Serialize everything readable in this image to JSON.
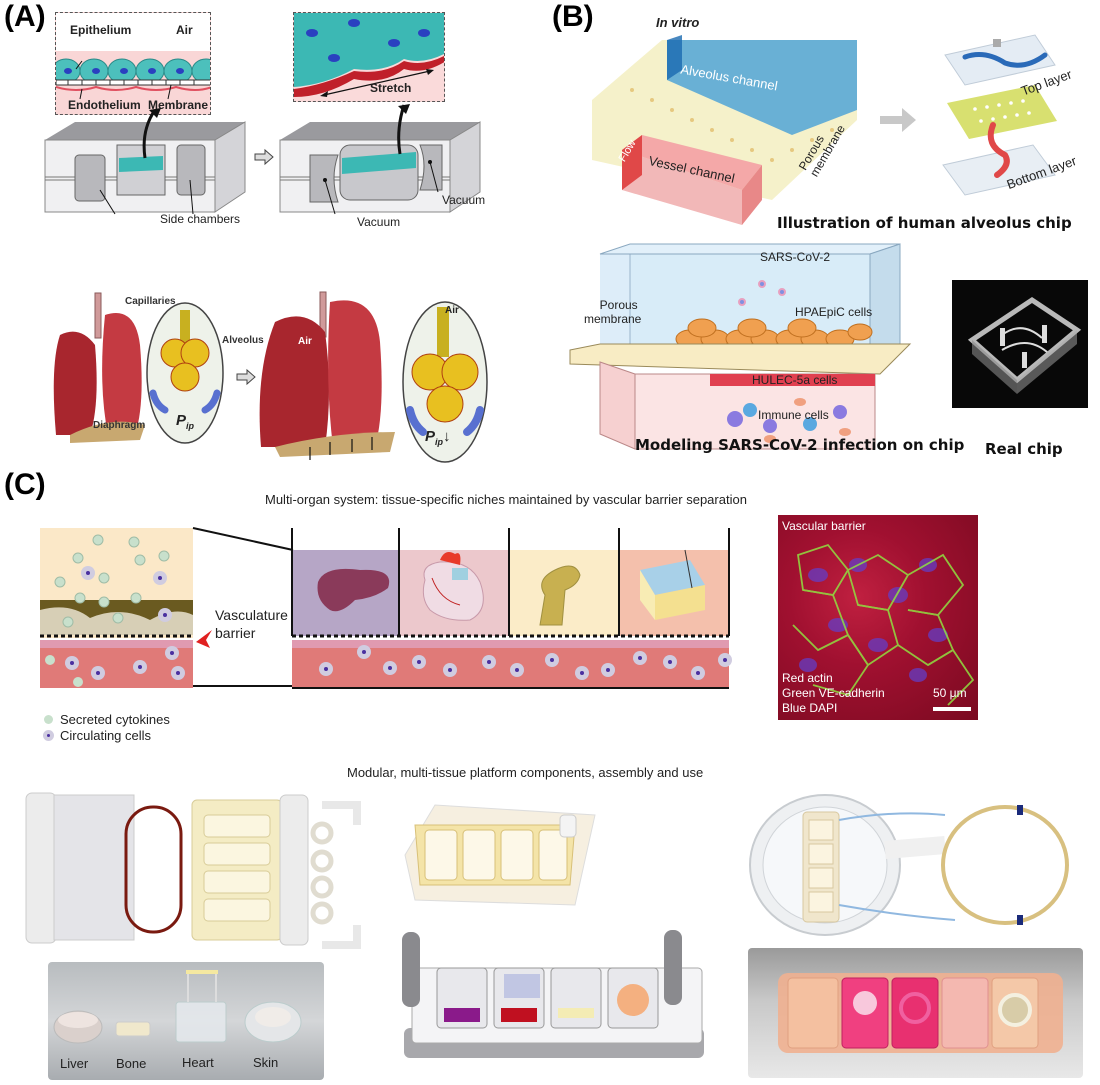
{
  "panels": {
    "a": {
      "label": "(A)",
      "top_left_inset": {
        "epithelium": "Epithelium",
        "air": "Air",
        "endothelium": "Endothelium",
        "membrane": "Membrane"
      },
      "top_right_inset": {
        "stretch": "Stretch"
      },
      "device_left": {
        "side_chambers": "Side chambers"
      },
      "device_right": {
        "vacuum_left": "Vacuum",
        "vacuum_right": "Vacuum"
      },
      "lung_left": {
        "capillaries": "Capillaries",
        "alveolus": "Alveolus",
        "diaphragm": "Diaphragm",
        "pip": "P",
        "pip_sub": "ip"
      },
      "lung_right": {
        "air_center": "Air",
        "air_inset": "Air",
        "pip": "P",
        "pip_sub": "ip",
        "pip_arrow": "↓"
      }
    },
    "b": {
      "label": "(B)",
      "in_vitro": "In vitro",
      "alveolus_channel": "Alveolus channel",
      "vessel_channel": "Vessel channel",
      "flow": "Flow",
      "porous_membrane": "Porous membrane",
      "top_layer": "Top layer",
      "bottom_layer": "Bottom layer",
      "illustration_caption": "Illustration of human alveolus chip",
      "infection_model": {
        "sars": "SARS-CoV-2",
        "hpaepic": "HPAEpiC cells",
        "porous_line1": "Porous",
        "porous_line2": "membrane",
        "hulec": "HULEC-5a cells",
        "immune": "Immune cells"
      },
      "infection_caption": "Modeling SARS-CoV-2 infection on chip",
      "real_chip_caption": "Real chip"
    },
    "c": {
      "label": "(C)",
      "multi_organ_title": "Multi-organ system: tissue-specific niches maintained by vascular barrier separation",
      "vasculature_line1": "Vasculature",
      "vasculature_line2": "barrier",
      "legend": {
        "cytokines": "Secreted cytokines",
        "circulating": "Circulating cells"
      },
      "micrograph": {
        "title": "Vascular barrier",
        "red": "Red actin",
        "green": "Green VE-cadherin",
        "blue": "Blue DAPI",
        "scale": "50 μm"
      },
      "modular_title": "Modular, multi-tissue platform components, assembly and use",
      "tissues": [
        "Liver",
        "Bone",
        "Heart",
        "Skin"
      ]
    }
  },
  "colors": {
    "lung_red": "#a8262e",
    "alveolus_yellow": "#e8c020",
    "epithelium_teal": "#3cb8b4",
    "endothelium_red": "#c0202a",
    "blood_pink": "#e07a78",
    "alveolus_blue": "#3a9ad8",
    "vessel_pink": "#f2a8a8",
    "liver_bg": "#b6a6c6",
    "heart_bg": "#ecc8cc",
    "bone_bg": "#fbecc8",
    "skin_bg": "#f4c0ac"
  }
}
